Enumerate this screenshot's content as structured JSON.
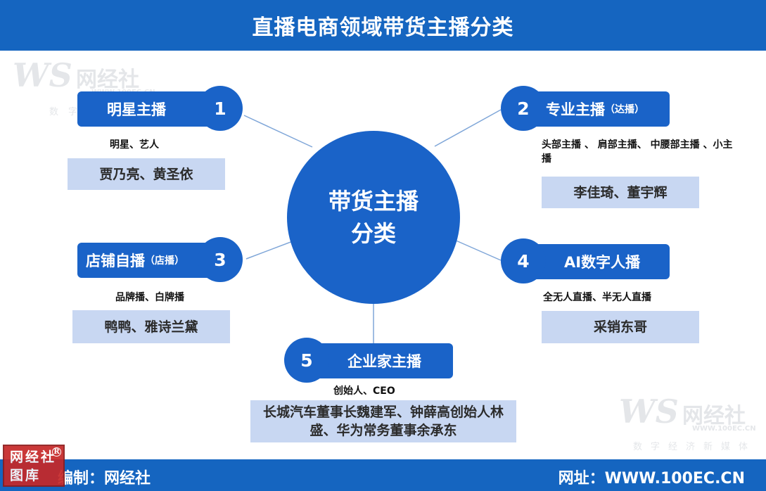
{
  "header": {
    "title": "直播电商领域带货主播分类"
  },
  "center": {
    "line1": "带货主播",
    "line2": "分类"
  },
  "categories": [
    {
      "number": "1",
      "title": "明星主播",
      "title_suffix": "",
      "subtitle": "明星、艺人",
      "examples": "贾乃亮、黄圣依"
    },
    {
      "number": "2",
      "title": "专业主播",
      "title_suffix": "（达播）",
      "subtitle": "头部主播 、 肩部主播、 中腰部主播 、小主播",
      "examples": "李佳琦、董宇辉"
    },
    {
      "number": "3",
      "title": "店铺自播",
      "title_suffix": "（店播）",
      "subtitle": "品牌播、白牌播",
      "examples": "鸭鸭、雅诗兰黛"
    },
    {
      "number": "4",
      "title": "AI数字人播",
      "title_suffix": "",
      "subtitle": "全无人直播、半无人直播",
      "examples": "采销东哥"
    },
    {
      "number": "5",
      "title": "企业家主播",
      "title_suffix": "",
      "subtitle": "创始人、CEO",
      "examples": "长城汽车董事长魏建军、钟薛高创始人林盛、华为常务董事余承东"
    }
  ],
  "watermark": {
    "logo": "WS",
    "name": "网经社",
    "url": "WWW.100EC.CN",
    "slogan": "数字经济新媒体"
  },
  "stamp": {
    "line1": "网经社",
    "line2": "图库",
    "reg": "R"
  },
  "footer": {
    "left": "编制：网经社",
    "right": "网址：WWW.100EC.CN"
  },
  "colors": {
    "primary": "#1a63c8",
    "header": "#1565c0",
    "box": "#c8d7f2",
    "connector": "#7fa6d8"
  }
}
